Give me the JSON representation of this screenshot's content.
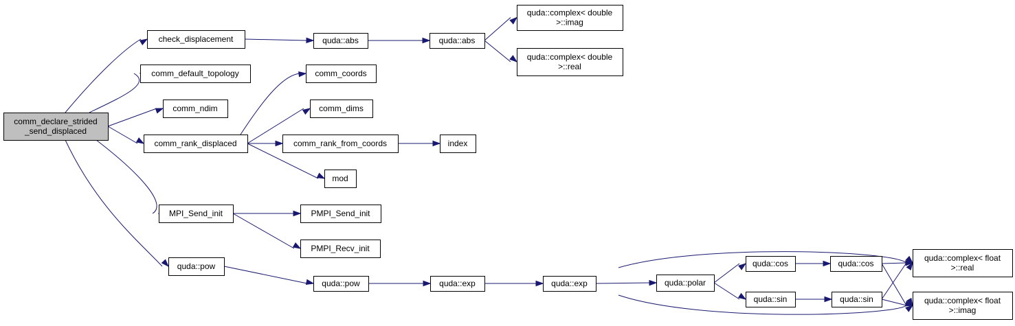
{
  "colors": {
    "edge": "#191970",
    "node_fill": "#ffffff",
    "root_fill": "#bfbfbf",
    "border": "#000000"
  },
  "graph": {
    "nodes": [
      {
        "id": "root",
        "name": "node-comm-declare-strided-send-displaced",
        "lines": [
          "comm_declare_strided",
          "_send_displaced"
        ]
      },
      {
        "id": "check_disp",
        "name": "node-check-displacement",
        "lines": [
          "check_displacement"
        ]
      },
      {
        "id": "default_topo",
        "name": "node-comm-default-topology",
        "lines": [
          "comm_default_topology"
        ]
      },
      {
        "id": "ndim",
        "name": "node-comm-ndim",
        "lines": [
          "comm_ndim"
        ]
      },
      {
        "id": "rank_disp",
        "name": "node-comm-rank-displaced",
        "lines": [
          "comm_rank_displaced"
        ]
      },
      {
        "id": "send_init",
        "name": "node-mpi-send-init",
        "lines": [
          "MPI_Send_init"
        ]
      },
      {
        "id": "pow1",
        "name": "node-quda-pow-1",
        "lines": [
          "quda::pow"
        ]
      },
      {
        "id": "abs1",
        "name": "node-quda-abs-1",
        "lines": [
          "quda::abs"
        ]
      },
      {
        "id": "abs2",
        "name": "node-quda-abs-2",
        "lines": [
          "quda::abs"
        ]
      },
      {
        "id": "cd_imag",
        "name": "node-quda-complex-double-imag",
        "lines": [
          "quda::complex< double",
          " >::imag"
        ]
      },
      {
        "id": "cd_real",
        "name": "node-quda-complex-double-real",
        "lines": [
          "quda::complex< double",
          " >::real"
        ]
      },
      {
        "id": "coords",
        "name": "node-comm-coords",
        "lines": [
          "comm_coords"
        ]
      },
      {
        "id": "dims",
        "name": "node-comm-dims",
        "lines": [
          "comm_dims"
        ]
      },
      {
        "id": "rank_from",
        "name": "node-comm-rank-from-coords",
        "lines": [
          "comm_rank_from_coords"
        ]
      },
      {
        "id": "index",
        "name": "node-index",
        "lines": [
          "index"
        ]
      },
      {
        "id": "mod",
        "name": "node-mod",
        "lines": [
          "mod"
        ]
      },
      {
        "id": "psend",
        "name": "node-pmpi-send-init",
        "lines": [
          "PMPI_Send_init"
        ]
      },
      {
        "id": "precv",
        "name": "node-pmpi-recv-init",
        "lines": [
          "PMPI_Recv_init"
        ]
      },
      {
        "id": "pow2",
        "name": "node-quda-pow-2",
        "lines": [
          "quda::pow"
        ]
      },
      {
        "id": "exp1",
        "name": "node-quda-exp-1",
        "lines": [
          "quda::exp"
        ]
      },
      {
        "id": "exp2",
        "name": "node-quda-exp-2",
        "lines": [
          "quda::exp"
        ]
      },
      {
        "id": "polar",
        "name": "node-quda-polar",
        "lines": [
          "quda::polar"
        ]
      },
      {
        "id": "cos1",
        "name": "node-quda-cos-1",
        "lines": [
          "quda::cos"
        ]
      },
      {
        "id": "cos2",
        "name": "node-quda-cos-2",
        "lines": [
          "quda::cos"
        ]
      },
      {
        "id": "sin1",
        "name": "node-quda-sin-1",
        "lines": [
          "quda::sin"
        ]
      },
      {
        "id": "sin2",
        "name": "node-quda-sin-2",
        "lines": [
          "quda::sin"
        ]
      },
      {
        "id": "cf_real",
        "name": "node-quda-complex-float-real",
        "lines": [
          "quda::complex< float",
          " >::real"
        ]
      },
      {
        "id": "cf_imag",
        "name": "node-quda-complex-float-imag",
        "lines": [
          "quda::complex< float",
          " >::imag"
        ]
      }
    ],
    "edges": [
      [
        "root",
        "check_disp"
      ],
      [
        "root",
        "default_topo"
      ],
      [
        "root",
        "ndim"
      ],
      [
        "root",
        "rank_disp"
      ],
      [
        "root",
        "send_init"
      ],
      [
        "root",
        "pow1"
      ],
      [
        "check_disp",
        "abs1"
      ],
      [
        "abs1",
        "abs2"
      ],
      [
        "abs2",
        "cd_imag"
      ],
      [
        "abs2",
        "cd_real"
      ],
      [
        "rank_disp",
        "coords"
      ],
      [
        "rank_disp",
        "dims"
      ],
      [
        "rank_disp",
        "rank_from"
      ],
      [
        "rank_disp",
        "mod"
      ],
      [
        "rank_from",
        "index"
      ],
      [
        "send_init",
        "psend"
      ],
      [
        "send_init",
        "precv"
      ],
      [
        "pow1",
        "pow2"
      ],
      [
        "pow2",
        "exp1"
      ],
      [
        "exp1",
        "exp2"
      ],
      [
        "exp2",
        "cf_real"
      ],
      [
        "exp2",
        "polar"
      ],
      [
        "exp2",
        "cf_imag"
      ],
      [
        "polar",
        "cos1"
      ],
      [
        "polar",
        "sin1"
      ],
      [
        "cos1",
        "cos2"
      ],
      [
        "sin1",
        "sin2"
      ],
      [
        "cos2",
        "cf_real"
      ],
      [
        "cos2",
        "cf_imag"
      ],
      [
        "sin2",
        "cf_real"
      ],
      [
        "sin2",
        "cf_imag"
      ]
    ]
  }
}
